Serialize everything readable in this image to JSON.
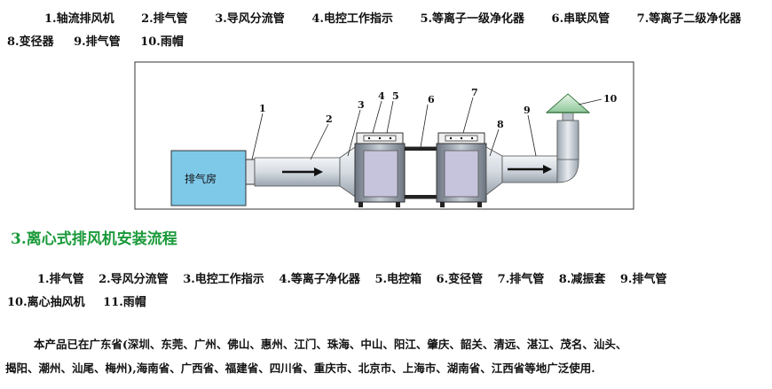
{
  "legend1": {
    "row1": [
      "1.轴流排风机",
      "2.排气管",
      "3.导风分流管",
      "4.电控工作指示",
      "5.等离子一级净化器",
      "6.串联风管",
      "7.等离子二级净化器"
    ],
    "row2": [
      "8.变径器",
      "9.排气管",
      "10.雨帽"
    ]
  },
  "diagram": {
    "room_label": "排气房",
    "callouts": [
      "1",
      "2",
      "3",
      "4",
      "5",
      "6",
      "7",
      "8",
      "9",
      "10"
    ]
  },
  "section": {
    "title": "3.离心式排风机安装流程"
  },
  "legend2": {
    "row1": [
      "1.排气管",
      "2.导风分流管",
      "3.电控工作指示",
      "4.等离子净化器",
      "5.电控箱",
      "6.变径管",
      "7.排气管",
      "8.减振套",
      "9.排气管"
    ],
    "row2": [
      "10.离心抽风机",
      "11.雨帽"
    ]
  },
  "paragraph": {
    "line1": "本产品已在广东省(深圳、东莞、广州、佛山、惠州、江门、珠海、中山、阳江、肇庆、韶关、清远、湛江、茂名、汕头、",
    "line2": "揭阳、潮州、汕尾、梅州),海南省、广西省、福建省、四川省、重庆市、北京市、上海市、湖南省、江西省等地广泛使用."
  }
}
